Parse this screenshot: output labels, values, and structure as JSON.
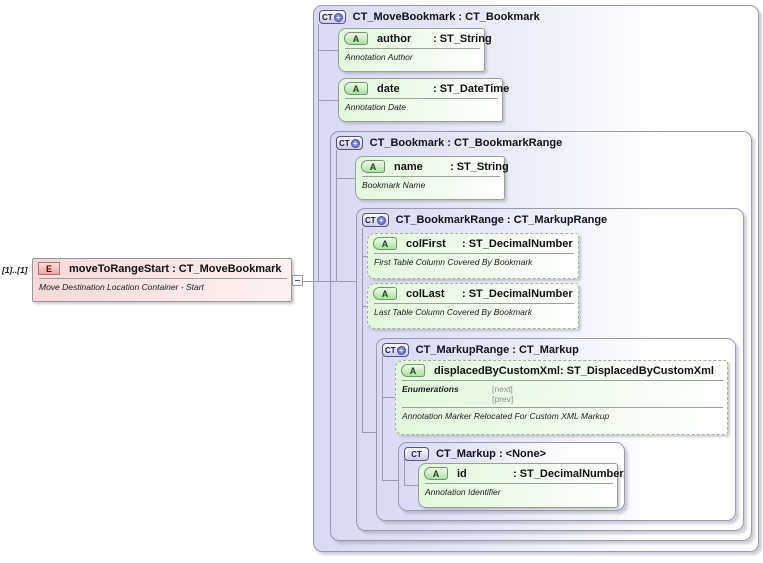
{
  "badges": {
    "attribute": "A",
    "element": "E",
    "complex_type": "CT"
  },
  "icons": {
    "plus": "+"
  },
  "element": {
    "cardinality": "[1]..[1]",
    "title": "moveToRangeStart : CT_MoveBookmark",
    "annotation": "Move Destination Location Container - Start"
  },
  "containers": [
    {
      "title": "CT_MoveBookmark : CT_Bookmark"
    },
    {
      "title": "CT_Bookmark : CT_BookmarkRange"
    },
    {
      "title": "CT_BookmarkRange : CT_MarkupRange"
    },
    {
      "title": "CT_MarkupRange : CT_Markup"
    },
    {
      "title": "CT_Markup : <None>"
    }
  ],
  "attributes": [
    {
      "name": "author",
      "type": ": ST_String",
      "annotation": "Annotation Author"
    },
    {
      "name": "date",
      "type": ": ST_DateTime",
      "annotation": "Annotation Date"
    },
    {
      "name": "name",
      "type": ": ST_String",
      "annotation": "Bookmark Name"
    },
    {
      "name": "colFirst",
      "type": ": ST_DecimalNumber",
      "annotation": "First Table Column Covered By Bookmark"
    },
    {
      "name": "colLast",
      "type": ": ST_DecimalNumber",
      "annotation": "Last Table Column Covered By Bookmark"
    },
    {
      "name": "displacedByCustomXml",
      "type": ": ST_DisplacedByCustomXml",
      "enumerations_label": "Enumerations",
      "enumerations": [
        "[next]",
        "[prev]"
      ],
      "annotation": "Annotation Marker Relocated For Custom XML Markup"
    },
    {
      "name": "id",
      "type": ": ST_DecimalNumber",
      "annotation": "Annotation Identifier"
    }
  ]
}
